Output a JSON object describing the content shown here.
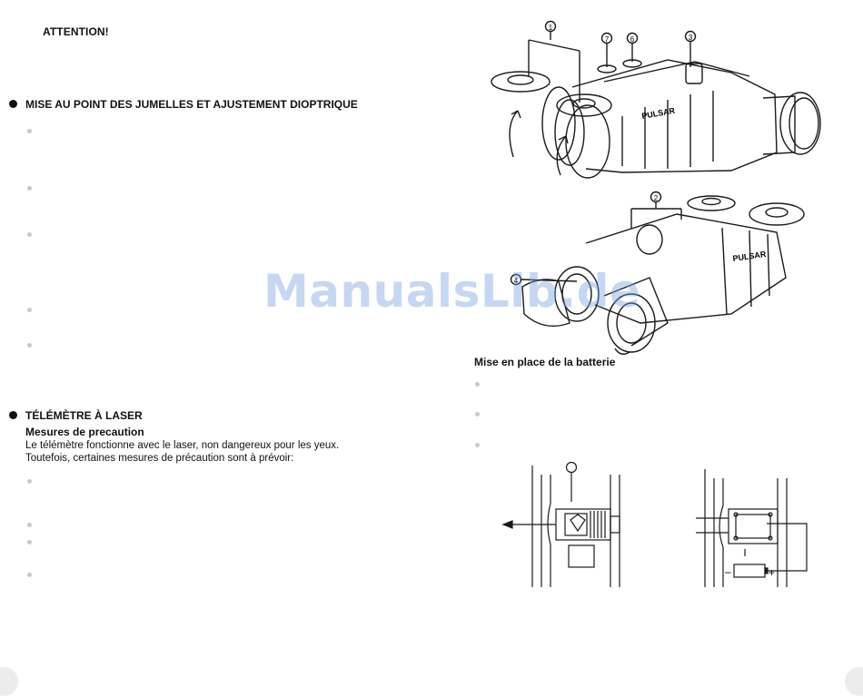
{
  "attention": "ATTENTION!",
  "sections": {
    "focus": {
      "title": "MISE AU POINT DES JUMELLES ET AJUSTEMENT DIOPTRIQUE"
    },
    "laser": {
      "title": "TÉLÉMÈTRE À LASER",
      "subtitle": "Mesures de precaution",
      "paragraph_line1": "Le télémètre fonctionne avec le laser, non dangereux pour les yeux.",
      "paragraph_line2": "Toutefois, certaines mesures de précaution sont à prévoir:"
    },
    "battery": {
      "title": "Mise en place de la batterie"
    }
  },
  "figure_top": {
    "callouts": [
      "1",
      "7",
      "6",
      "3"
    ],
    "brand": "PULSAR"
  },
  "figure_middle": {
    "callouts": [
      "2",
      "4"
    ],
    "brand": "PULSAR"
  },
  "figure_battery": {
    "minus": "–",
    "plus": "+"
  },
  "watermark": "ManualsLib.de"
}
